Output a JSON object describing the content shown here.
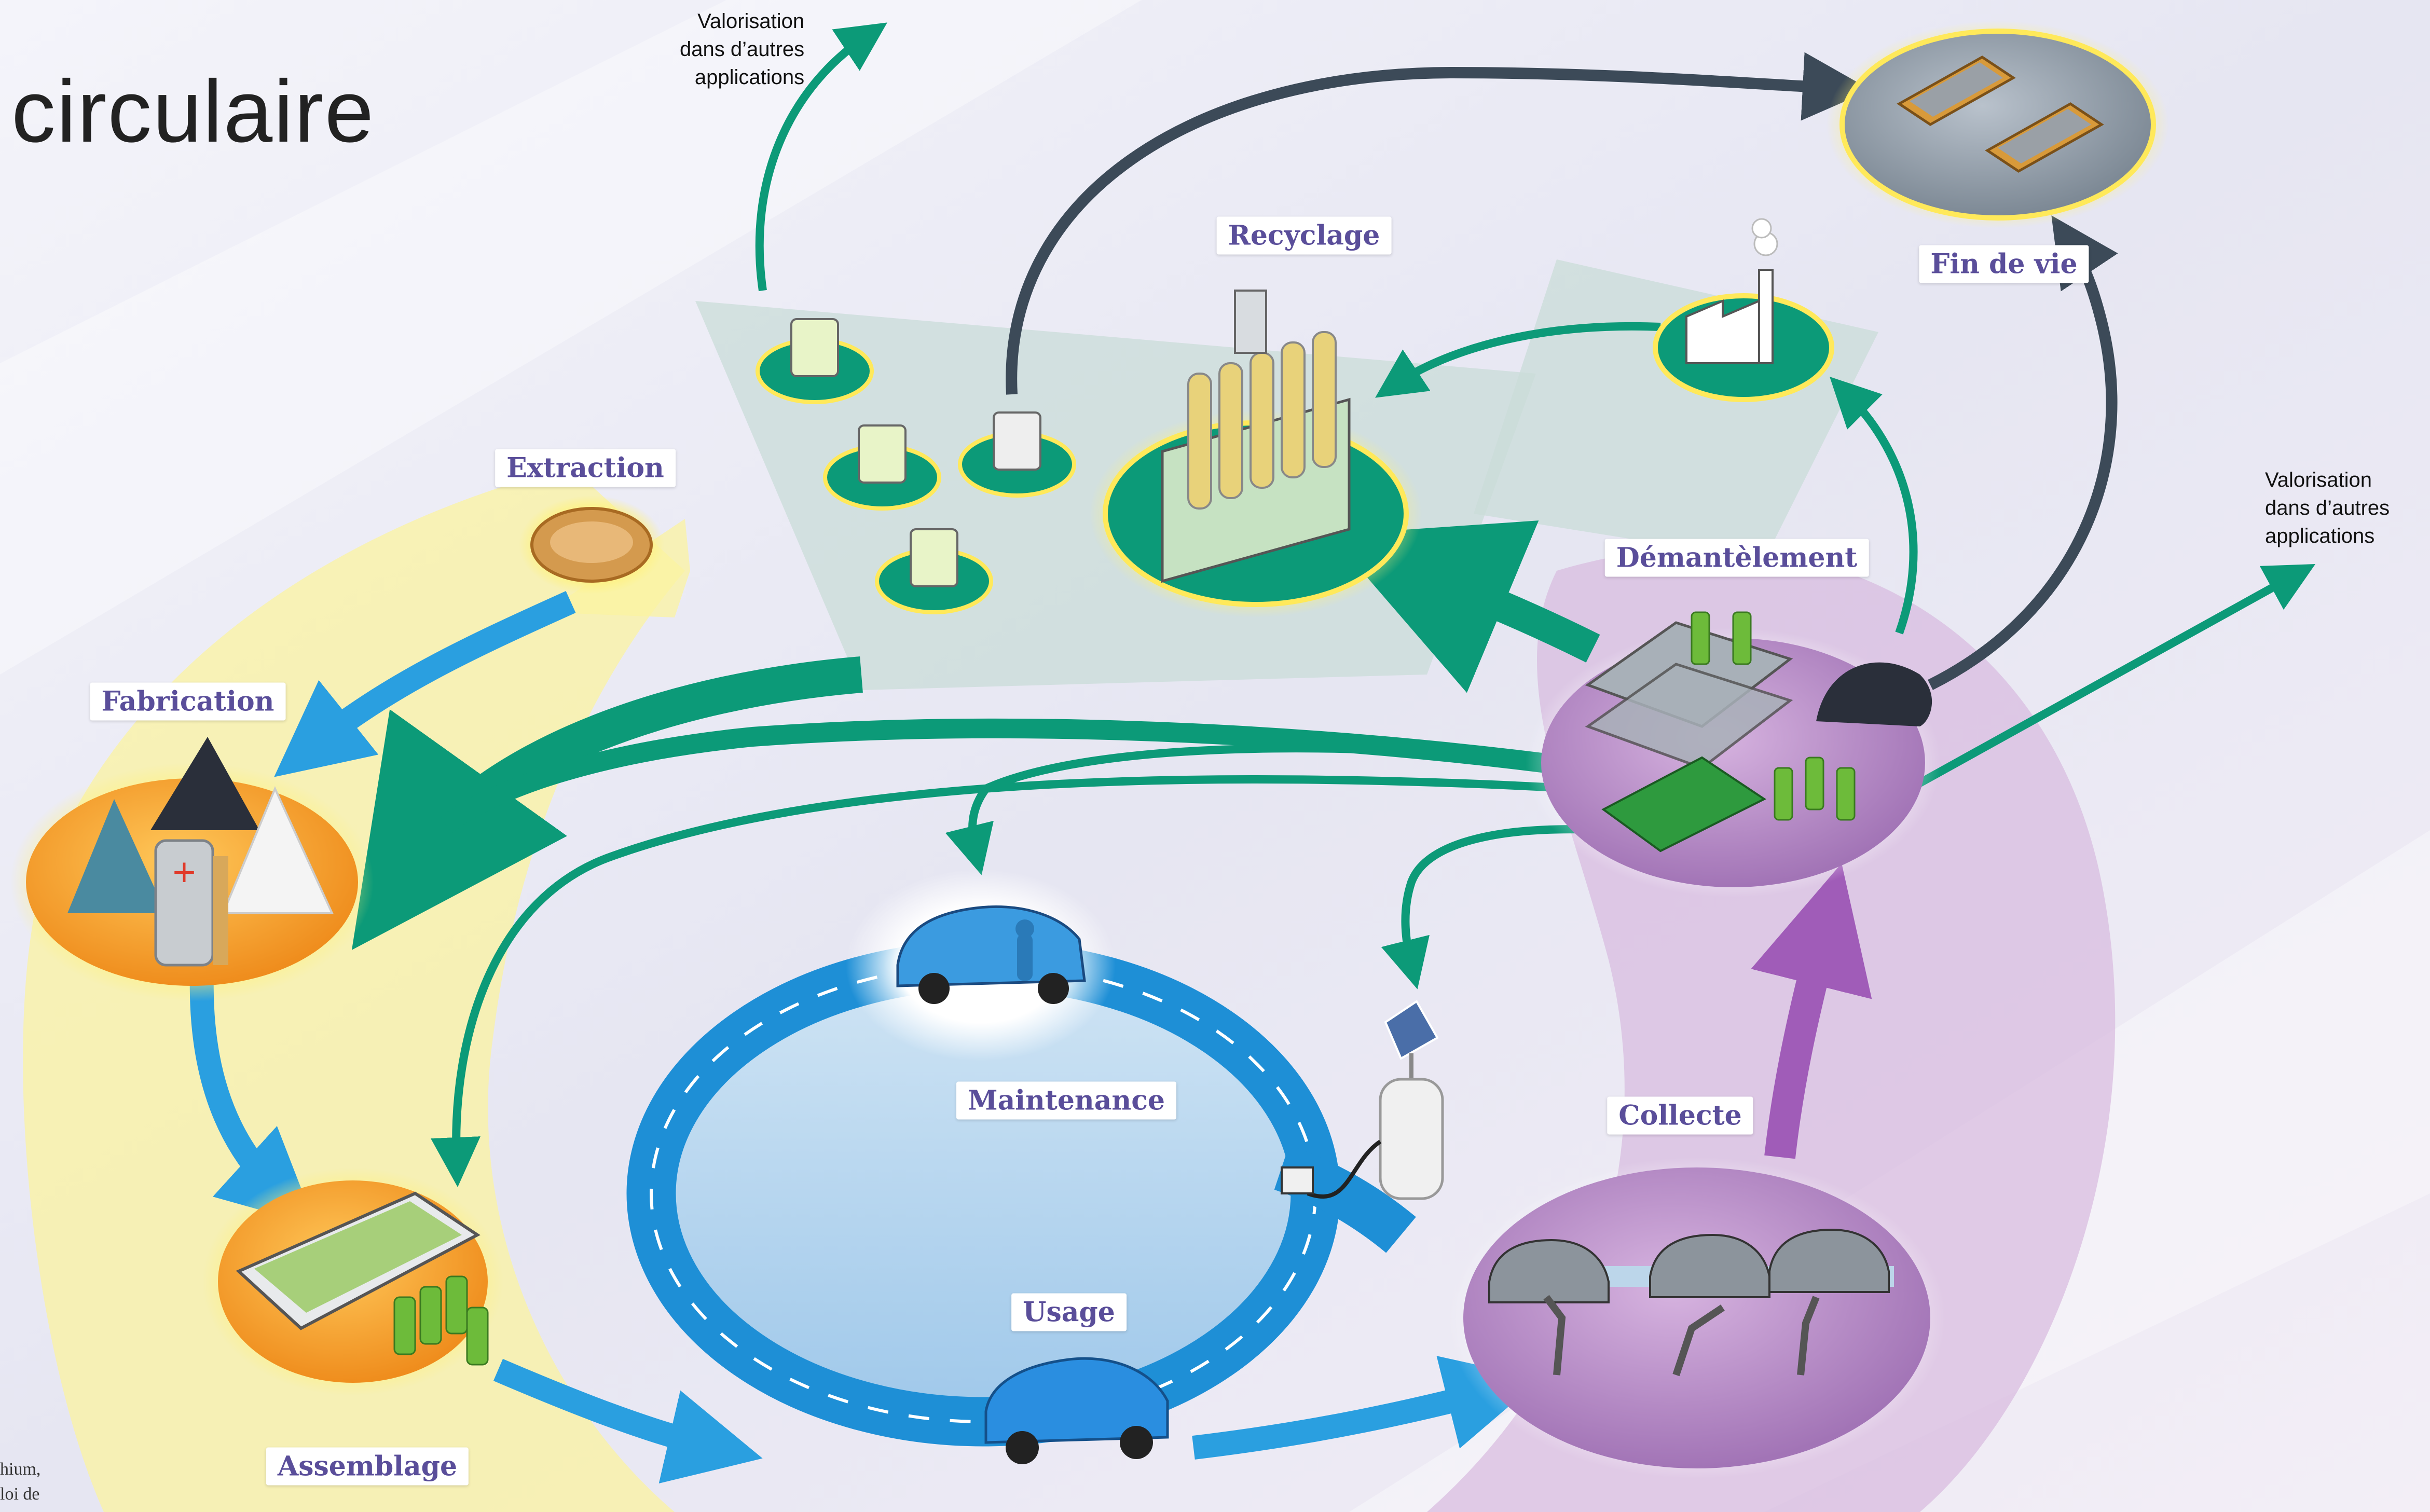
{
  "header": {
    "title": "circulaire"
  },
  "stages": {
    "extraction": "Extraction",
    "fabrication": "Fabrication",
    "assemblage": "Assemblage",
    "usage": "Usage",
    "maintenance": "Maintenance",
    "collecte": "Collecte",
    "demantelement": "Démantèlement",
    "recyclage": "Recyclage",
    "fin_de_vie": "Fin de vie"
  },
  "valorisation_top": [
    "Valorisation",
    "dans d’autres",
    "applications"
  ],
  "valorisation_right": [
    "Valorisation",
    "dans d’autres",
    "applications"
  ],
  "edge_text": [
    "hium,",
    "loi de"
  ],
  "colors": {
    "accent_green": "#0c9a78",
    "accent_blue": "#2a9fe0",
    "accent_purple": "#a05cb8",
    "arrow_dark": "#3c4a58",
    "label_text": "#5a4e9a",
    "zone_yellow": "#fbf3a0",
    "zone_purple": "#d7b9de",
    "zone_grey": "#c9dcd8"
  }
}
